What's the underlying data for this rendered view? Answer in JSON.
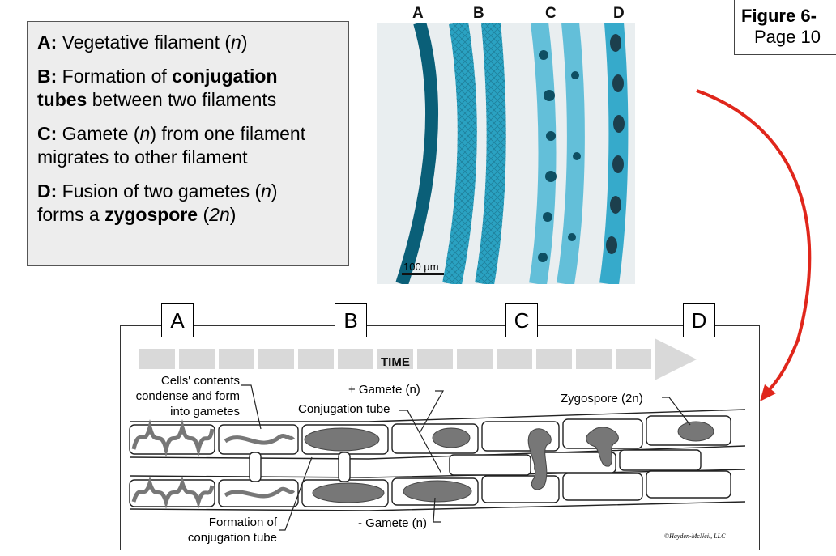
{
  "legend": {
    "a_key": "A:",
    "a_text": " Vegetative filament (",
    "a_n": "n",
    "a_close": ")",
    "b_key": "B:",
    "b_text1": " Formation of ",
    "b_bold1": "conjugation",
    "b_bold2": "tubes",
    "b_text2": " between two filaments",
    "c_key": "C:",
    "c_text1": " Gamete (",
    "c_n": "n",
    "c_text2": ") from one filament migrates to other filament",
    "d_key": "D:",
    "d_text1": " Fusion of two gametes (",
    "d_n": "n",
    "d_text2": ")",
    "d_text3": "forms a ",
    "d_bold": "zygospore",
    "d_text4": " (",
    "d_2n": "2n",
    "d_close": ")"
  },
  "figure_ref": {
    "title": "Figure 6-",
    "page": "Page 10"
  },
  "micrograph": {
    "labels": [
      "A",
      "B",
      "C",
      "D"
    ],
    "scale": "100 µm"
  },
  "diagram": {
    "stages": [
      "A",
      "B",
      "C",
      "D"
    ],
    "time_label": "TIME",
    "annotations": {
      "cells_contents": [
        "Cells' contents",
        "condense and form",
        "into gametes"
      ],
      "plus_gamete": "+ Gamete (n)",
      "conjugation_tube": "Conjugation tube",
      "zygospore": "Zygospore (2n)",
      "formation": [
        "Formation of",
        "conjugation tube"
      ],
      "minus_gamete": "- Gamete (n)"
    },
    "copyright": "©Hayden-McNeil, LLC"
  },
  "colors": {
    "arrow": "#e0261b",
    "stain": "#2fa7c8",
    "stain_dark": "#0d6f88",
    "time_arrow": "#d9d9d9",
    "gamete": "#777777"
  }
}
